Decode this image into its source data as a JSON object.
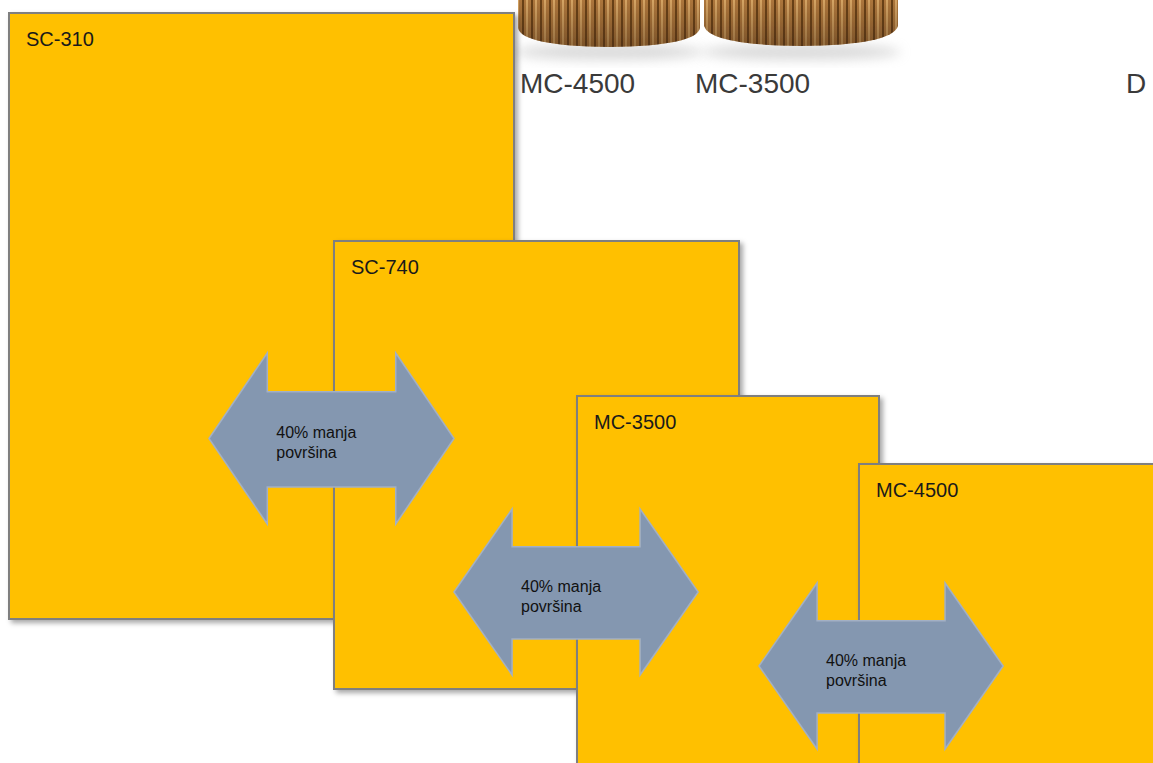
{
  "diagram": {
    "nodes": [
      {
        "text": [
          "SC-310"
        ]
      },
      {
        "text": [
          "SC-740"
        ]
      },
      {
        "text": [
          "MC-3500"
        ]
      },
      {
        "text": [
          "MC-4500"
        ]
      },
      {
        "text": [
          "40% manja površina"
        ]
      },
      {
        "text": [
          "40% manja površina"
        ]
      },
      {
        "text": [
          "40% manja površina"
        ]
      }
    ],
    "labels": [
      "MC-4500",
      "MC-3500",
      "D"
    ]
  }
}
